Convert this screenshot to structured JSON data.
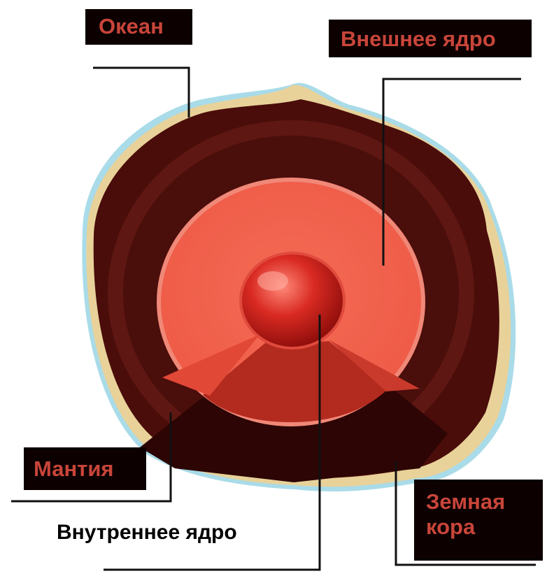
{
  "labels": {
    "ocean": "Океан",
    "outer_core": "Внешнее ядро",
    "mantle": "Мантия",
    "crust_line1": "Земная",
    "crust_line2": "кора",
    "inner_core": "Внутреннее ядро"
  },
  "colors": {
    "label_box_bg": "#0d0000",
    "label_text": "#c8453a",
    "ocean_blue": "#9fd4e3",
    "crust_tan": "#e8d6a0",
    "mantle_dark": "#4a0d0a",
    "mantle_band": "#6a1a14",
    "outer_core": "#f2604c",
    "inner_core": "#c8201a",
    "leader_line": "#111111"
  }
}
